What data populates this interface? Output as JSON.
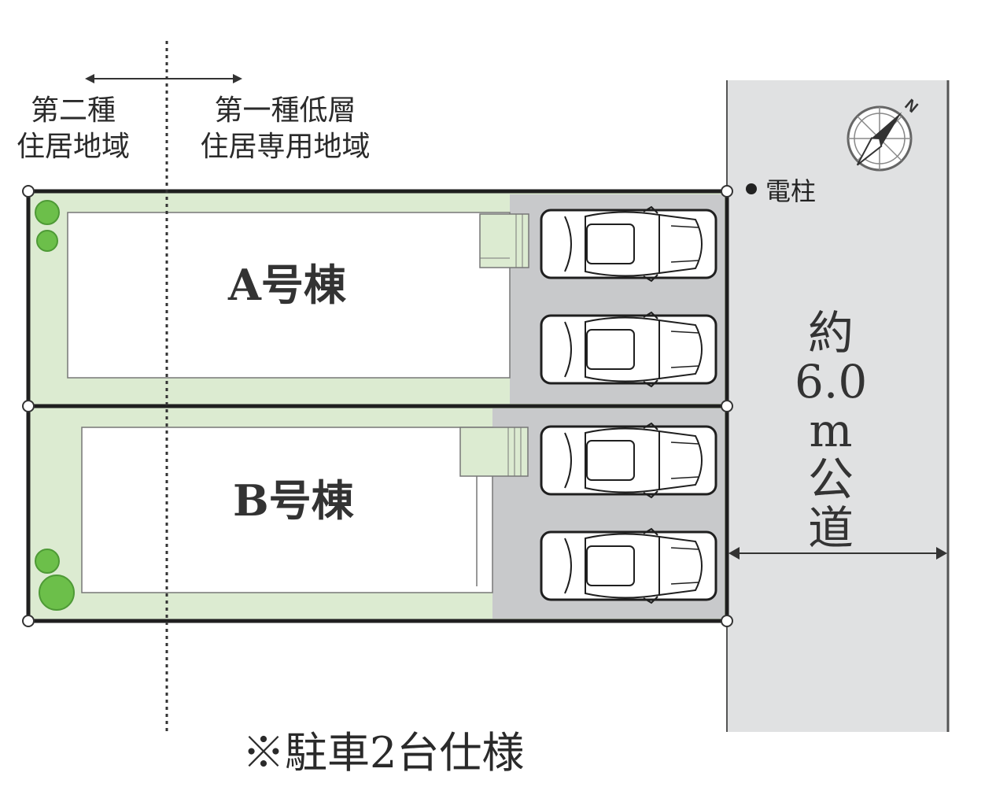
{
  "zones": {
    "left": {
      "line1": "第二種",
      "line2": "住居地域"
    },
    "right": {
      "line1": "第一種低層",
      "line2": "住居専用地域"
    }
  },
  "buildings": [
    {
      "label": "A号棟"
    },
    {
      "label": "B号棟"
    }
  ],
  "utility_pole": "電柱",
  "road": {
    "line1": "約",
    "line2": "6.0",
    "line3": "m",
    "line4": "公",
    "line5": "道"
  },
  "compass_label": "N",
  "note": "※駐車2台仕様",
  "colors": {
    "lawn": "#dcebd1",
    "parking": "#c8c9cb",
    "road": "#e0e1e2",
    "border": "#1f1f1f",
    "tree": "#6cbf4a"
  }
}
